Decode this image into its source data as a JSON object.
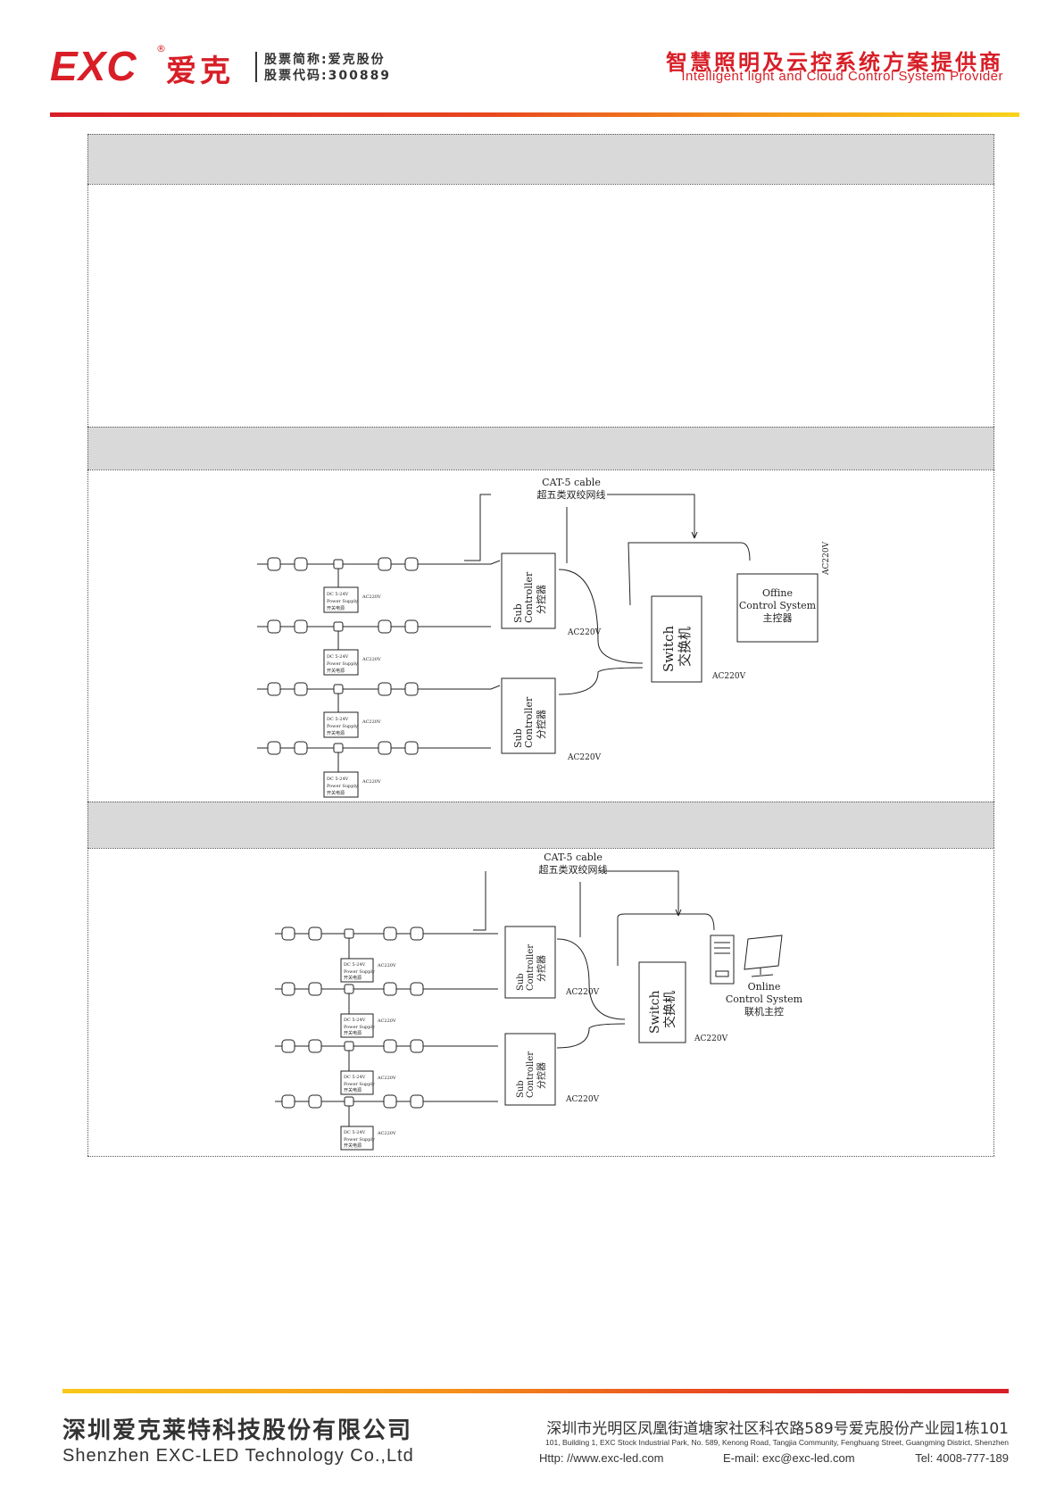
{
  "header": {
    "logo_text": "EXC",
    "logo_registered": "®",
    "logo_cn": "爱克",
    "stock_name": "股票简称:爱克股份",
    "stock_code": "股票代码:300889",
    "tagline_cn": "智慧照明及云控系统方案提供商",
    "tagline_en": "Intelligent light and Cloud Control System Provider",
    "accent_color": "#d81e27"
  },
  "diagram_offline": {
    "cable_en": "CAT-5 cable",
    "cable_cn": "超五类双绞网线",
    "sub_controller_en_1": "Sub",
    "sub_controller_en_2": "Controller",
    "sub_controller_cn": "分控器",
    "switch_en": "Switch",
    "switch_cn": "交换机",
    "ac": "AC220V",
    "master_en_1": "Offine",
    "master_en_2": "Control System",
    "master_cn": "主控器",
    "psu_1": "DC 5-24V",
    "psu_2": "Power Supply",
    "psu_3": "开关电源"
  },
  "diagram_online": {
    "cable_en": "CAT-5 cable",
    "cable_cn": "超五类双绞网线",
    "sub_controller_en_1": "Sub",
    "sub_controller_en_2": "Controller",
    "sub_controller_cn": "分控器",
    "switch_en": "Switch",
    "switch_cn": "交换机",
    "ac": "AC220V",
    "master_en_1": "Online",
    "master_en_2": "Control System",
    "master_cn": "联机主控",
    "psu_1": "DC 5-24V",
    "psu_2": "Power Supply",
    "psu_3": "开关电源"
  },
  "footer": {
    "company_cn": "深圳爱克莱特科技股份有限公司",
    "company_en": "Shenzhen EXC-LED Technology Co.,Ltd",
    "address_cn": "深圳市光明区凤凰街道塘家社区科农路589号爱克股份产业园1栋101",
    "address_en": "101, Building 1, EXC Stock Industrial Park, No. 589, Kenong Road, Tangjia Community, Fenghuang Street, Guangming District, Shenzhen",
    "website": "Http: //www.exc-led.com",
    "email": "E-mail: exc@exc-led.com",
    "tel": "Tel: 4008-777-189"
  }
}
